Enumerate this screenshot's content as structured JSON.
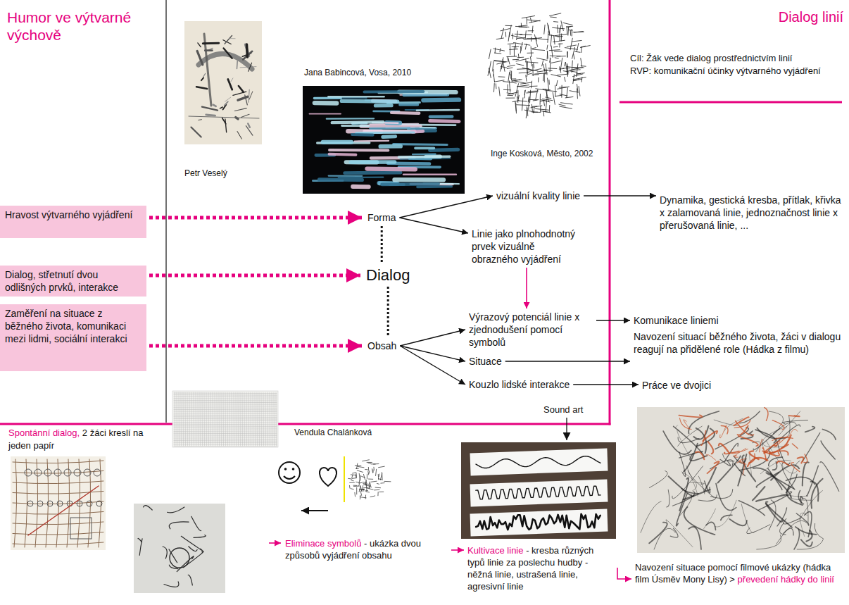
{
  "diagram": {
    "title": "Humor ve výtvarné výchově",
    "nodes": [
      {
        "text": [
          "Hravost výtvarného vyjádření"
        ]
      },
      {
        "text": [
          "Dialog, střetnutí dvou odlišných prvků, interakce"
        ]
      },
      {
        "text": [
          "Zaměření na situace z běžného života, komunikaci mezi lidmi, sociální interakci"
        ]
      },
      {
        "text": [
          "Forma"
        ]
      },
      {
        "text": [
          "Dialog"
        ]
      },
      {
        "text": [
          "Obsah"
        ]
      },
      {
        "text": [
          "vizuální kvality linie"
        ]
      },
      {
        "text": [
          "Linie jako plnohodnotný prvek vizuálně obrazného vyjádření"
        ]
      },
      {
        "text": [
          "Dynamika, gestická kresba, přítlak, křivka x zalamovaná linie, jednoznačnost linie x přerušovaná linie, ..."
        ]
      },
      {
        "text": [
          "Výrazový potenciál linie x zjednodušení pomocí symbolů"
        ]
      },
      {
        "text": [
          "Situace"
        ]
      },
      {
        "text": [
          "Kouzlo lidské interakce"
        ]
      },
      {
        "text": [
          "Komunikace liniemi"
        ]
      },
      {
        "text": [
          "Navození situací běžného života, žáci v dialogu reagují na přidělené role (Hádka z filmu)"
        ]
      },
      {
        "text": [
          "Práce ve dvojici"
        ]
      },
      {
        "text": [
          "Eliminace symbolů",
          "- ukázka dvou způsobů vyjádření obsahu"
        ]
      },
      {
        "text": [
          "Kultivace linie",
          "- kresba různých typů linie za poslechu hudby - něžná linie, ustrašená linie, agresivní linie"
        ]
      },
      {
        "text": [
          "Navození situace pomocí filmové ukázky (hádka film Úsměv Mony Lisy) >",
          "převedení hádky do linií"
        ]
      }
    ],
    "edges": [
      {
        "from": 0,
        "to": 3,
        "arrow": "to"
      },
      {
        "from": 1,
        "to": 4,
        "arrow": "to"
      },
      {
        "from": 2,
        "to": 5,
        "arrow": "to"
      },
      {
        "from": 3,
        "to": 4,
        "arrow": "none"
      },
      {
        "from": 4,
        "to": 5,
        "arrow": "none"
      },
      {
        "from": 3,
        "to": 6,
        "arrow": "to"
      },
      {
        "from": 3,
        "to": 7,
        "arrow": "to"
      },
      {
        "from": 6,
        "to": 8,
        "arrow": "to"
      },
      {
        "from": 7,
        "to": 9,
        "arrow": "to"
      },
      {
        "from": 5,
        "to": 9,
        "arrow": "to"
      },
      {
        "from": 5,
        "to": 10,
        "arrow": "to"
      },
      {
        "from": 5,
        "to": 11,
        "arrow": "to"
      },
      {
        "from": 9,
        "to": 12,
        "arrow": "to"
      },
      {
        "from": 10,
        "to": 13,
        "arrow": "to"
      },
      {
        "from": 11,
        "to": 14,
        "arrow": "to"
      },
      {
        "from": 15,
        "to": 16,
        "arrow": "to"
      },
      {
        "from": 16,
        "to": 17,
        "arrow": "to"
      }
    ],
    "labels": [
      "Dialog linií",
      "Cíl: Žák vede dialog prostřednictvím linií",
      "RVP: komunikační účinky výtvarného vyjádření",
      "Petr Veselý",
      "Jana Babincová, Vosa, 2010",
      "Inge Kosková, Město, 2002",
      "Vendula Chalánková",
      "Sound art",
      "Spontánní dialog,",
      "2 žáci kreslí na jeden papír"
    ]
  }
}
